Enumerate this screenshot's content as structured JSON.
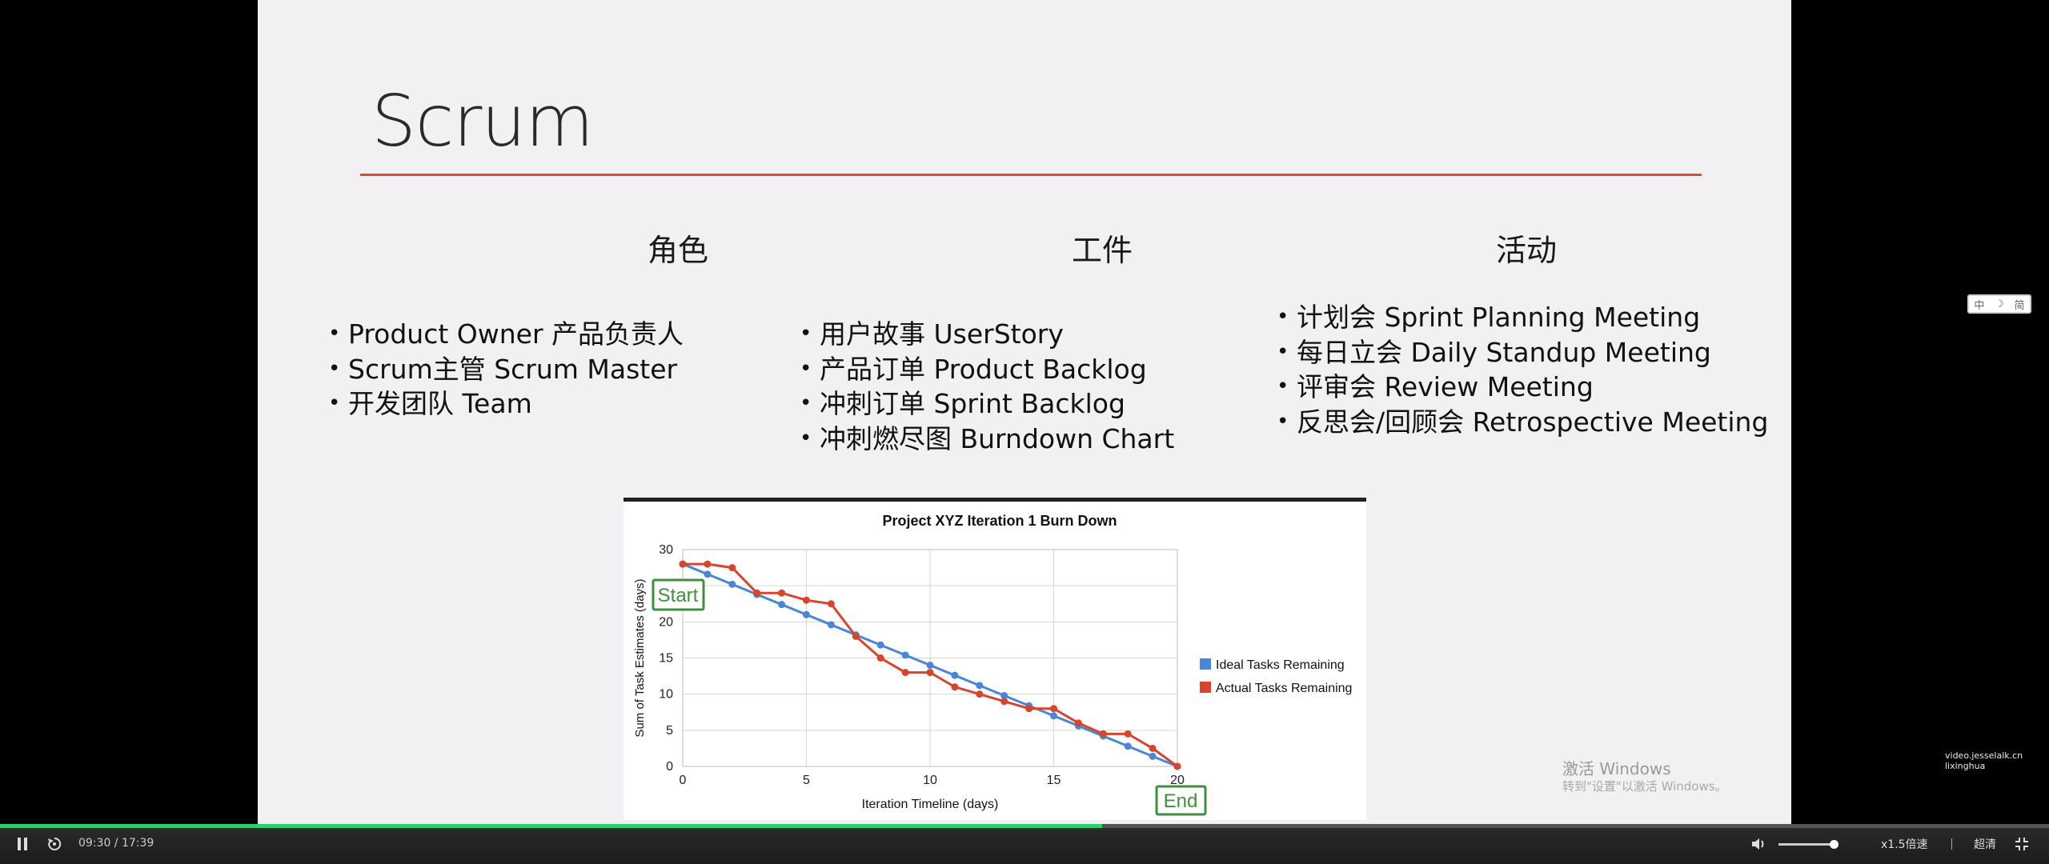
{
  "slide": {
    "title": "Scrum",
    "columns": [
      {
        "heading": "角色",
        "items": [
          "Product Owner 产品负责人",
          "Scrum主管 Scrum Master",
          "开发团队 Team"
        ]
      },
      {
        "heading": "工件",
        "items": [
          "用户故事 UserStory",
          "产品订单 Product Backlog",
          "冲刺订单 Sprint Backlog",
          "冲刺燃尽图 Burndown Chart"
        ]
      },
      {
        "heading": "活动",
        "items": [
          "计划会 Sprint Planning Meeting",
          "每日立会 Daily Standup Meeting",
          "评审会 Review Meeting",
          "反思会/回顾会 Retrospective Meeting"
        ]
      }
    ]
  },
  "chart_data": {
    "type": "line",
    "title": "Project XYZ Iteration 1 Burn Down",
    "xlabel": "Iteration Timeline (days)",
    "ylabel": "Sum of Task Estimates (days)",
    "xlim": [
      0,
      20
    ],
    "ylim": [
      0,
      30
    ],
    "xticks": [
      "0",
      "5",
      "10",
      "15",
      "20"
    ],
    "yticks": [
      "0",
      "5",
      "10",
      "15",
      "20",
      "25",
      "30"
    ],
    "x": [
      0,
      1,
      2,
      3,
      4,
      5,
      6,
      7,
      8,
      9,
      10,
      11,
      12,
      13,
      14,
      15,
      16,
      17,
      18,
      19,
      20
    ],
    "series": [
      {
        "name": "Ideal Tasks Remaining",
        "color": "#4a86d8",
        "values": [
          28,
          26.6,
          25.2,
          23.8,
          22.4,
          21,
          19.6,
          18.2,
          16.8,
          15.4,
          14,
          12.6,
          11.2,
          9.8,
          8.4,
          7,
          5.6,
          4.2,
          2.8,
          1.4,
          0
        ]
      },
      {
        "name": "Actual Tasks Remaining",
        "color": "#d9442c",
        "values": [
          28,
          28,
          27.5,
          24,
          24,
          23,
          22.5,
          18,
          15,
          13,
          13,
          11,
          10,
          9,
          8,
          8,
          6,
          4.5,
          4.5,
          2.5,
          0
        ]
      }
    ],
    "annotations": {
      "start": "Start",
      "end": "End"
    },
    "grid": true,
    "legend_position": "right"
  },
  "watermark": {
    "line1": "激活 Windows",
    "line2": "转到\"设置\"以激活 Windows。"
  },
  "ime": {
    "a": "中",
    "b": "☽",
    "c": "简"
  },
  "site": "video.jesselalk.cn lixinghua",
  "player": {
    "time": "09:30 / 17:39",
    "progress": 0.538,
    "volume": 0.85,
    "speed": "x1.5倍速",
    "quality": "超清",
    "colors": {
      "progress": "#2ecc71"
    }
  }
}
